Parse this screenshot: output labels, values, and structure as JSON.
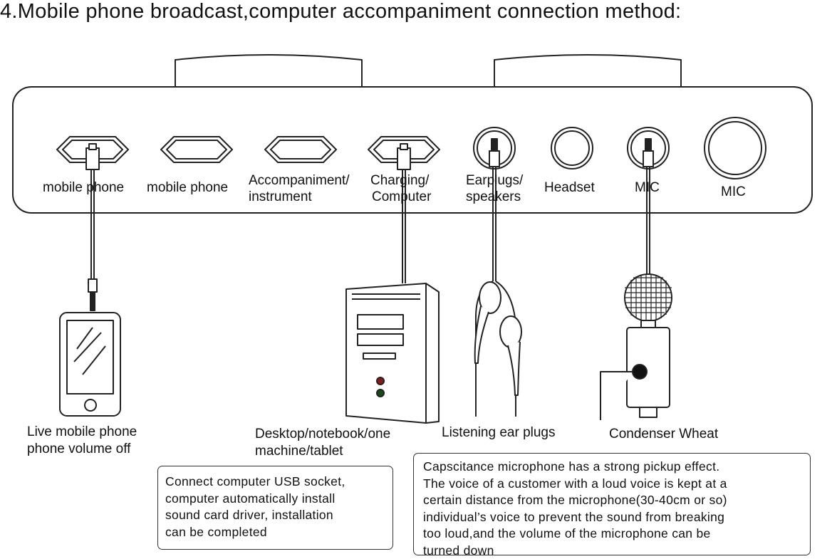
{
  "title": "4.Mobile phone broadcast,computer accompaniment connection method:",
  "ports": [
    {
      "id": "mobile1",
      "label": [
        "mobile phone"
      ]
    },
    {
      "id": "mobile2",
      "label": [
        "mobile phone"
      ]
    },
    {
      "id": "accomp",
      "label": [
        "Accompaniment/",
        "instrument"
      ]
    },
    {
      "id": "charging",
      "label": [
        "Charging/",
        "Computer"
      ]
    },
    {
      "id": "earplugs",
      "label": [
        "Earplugs/",
        "speakers"
      ]
    },
    {
      "id": "headset",
      "label": [
        "Headset"
      ]
    },
    {
      "id": "mic_small",
      "label": [
        "MIC"
      ]
    },
    {
      "id": "mic_large",
      "label": [
        "MIC"
      ]
    }
  ],
  "devices": {
    "phone": [
      "Live  mobile phone",
      "phone volume off"
    ],
    "computer": [
      "Desktop/notebook/one",
      "machine/tablet"
    ],
    "earplugs": [
      "Listening ear plugs"
    ],
    "mic": [
      "Condenser Wheat"
    ]
  },
  "notes": {
    "usb": [
      "Connect computer USB socket,",
      "computer automatically install",
      "sound card driver, installation",
      "can be completed"
    ],
    "mic": [
      "Capscitance microphone has a strong pickup effect.",
      "The voice of a customer with a loud voice is kept at a",
      "certain distance from the microphone(30-40cm or so)",
      "individual’s voice to prevent the sound from breaking",
      "too loud,and the volume of the microphone can be",
      "turned down"
    ]
  }
}
